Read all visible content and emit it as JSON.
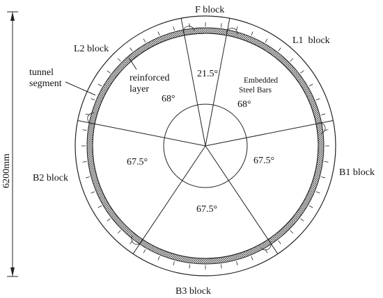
{
  "diagram": {
    "dimension_label": "6200mm",
    "blocks": {
      "f": "F block",
      "l1": "L1  block",
      "l2": "L2 block",
      "b1": "B1 block",
      "b2": "B2 block",
      "b3": "B3 block"
    },
    "labels": {
      "tunnel_segment_line1": "tunnel",
      "tunnel_segment_line2": "segment",
      "reinforced_line1": "reinforced",
      "reinforced_line2": "layer",
      "embedded_line1": "Embedded",
      "embedded_line2": "Steel Bars"
    },
    "angles": {
      "f": "21.5°",
      "l2": "68°",
      "l1": "68°",
      "b2": "67.5°",
      "b1": "67.5°",
      "b3": "67.5°"
    },
    "colors": {
      "line": "#222222",
      "hatch": "#555555",
      "background": "#ffffff"
    }
  }
}
